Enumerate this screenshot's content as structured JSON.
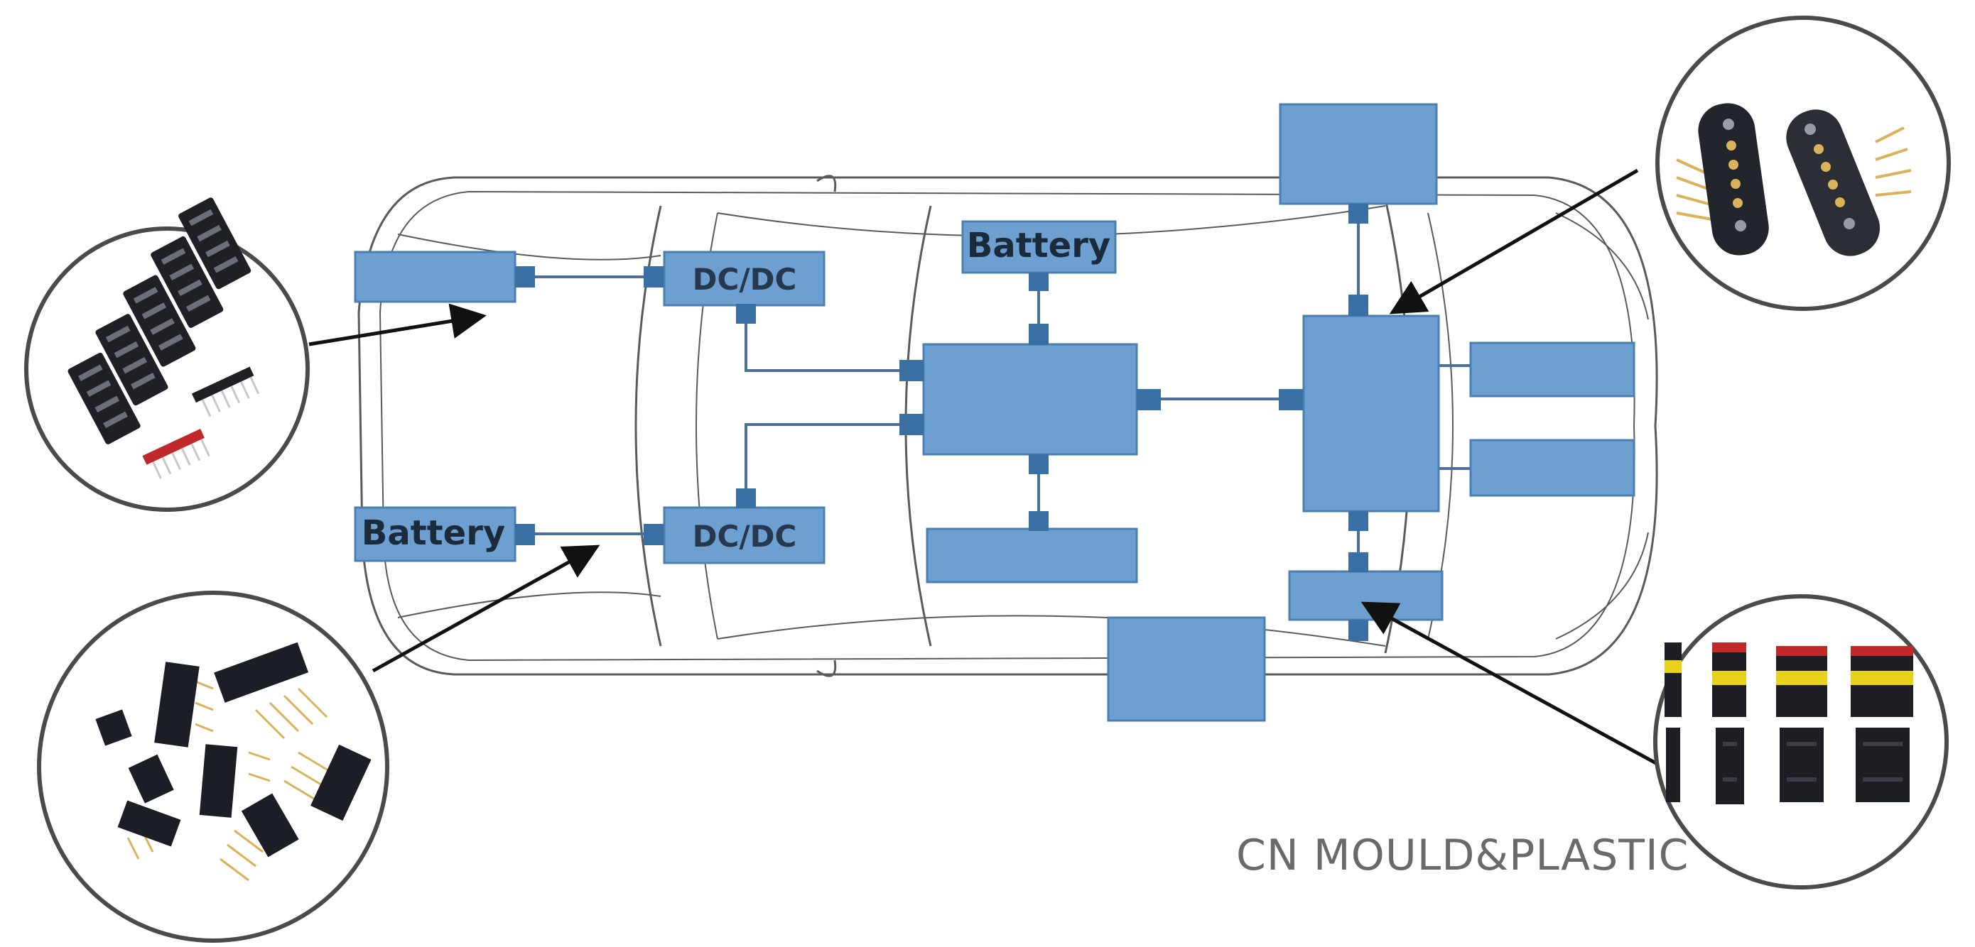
{
  "diagram": {
    "labels": {
      "battery_top": "Battery",
      "battery_left": "Battery",
      "dcdc_top": "DC/DC",
      "dcdc_bottom": "DC/DC"
    },
    "brand": "CN MOULD&PLASTIC",
    "colors": {
      "block": "#6d9fd0",
      "block_border": "#4a7fb3",
      "port": "#3a6fa3",
      "wire": "#4a6f99",
      "car_outline": "#5a5a5a",
      "arrow": "#111111",
      "connector_dark": "#1a1c22",
      "pin_gold": "#d9b25a",
      "connector_red": "#c0282a",
      "connector_yellow": "#e8d21c"
    },
    "insets": [
      {
        "id": "terminal-blocks",
        "icon": "terminal-block-icon"
      },
      {
        "id": "pin-headers",
        "icon": "pin-header-icon"
      },
      {
        "id": "pogo-pin-connectors",
        "icon": "pogo-pin-connector-icon"
      },
      {
        "id": "waterproof-connectors",
        "icon": "automotive-connector-icon"
      }
    ]
  }
}
